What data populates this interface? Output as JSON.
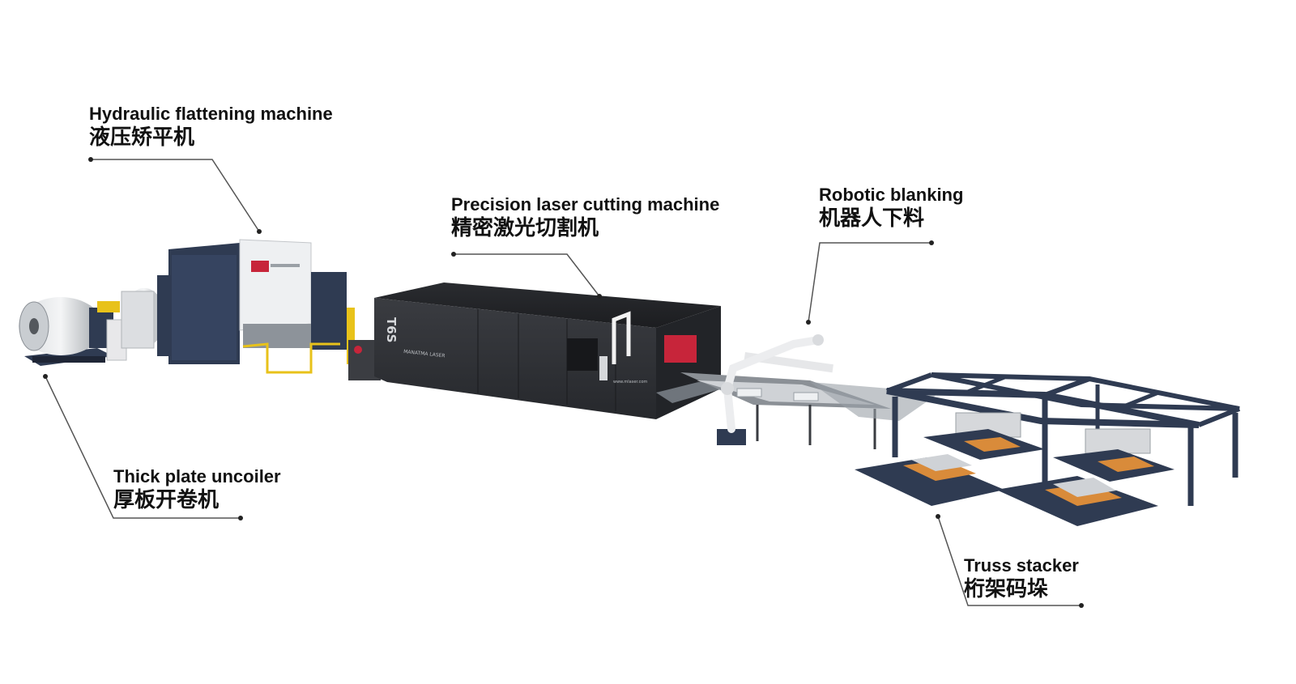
{
  "labels": {
    "flattening": {
      "en": "Hydraulic flattening machine",
      "zh": "液压矫平机"
    },
    "laser": {
      "en": "Precision laser cutting machine",
      "zh": "精密激光切割机"
    },
    "robot": {
      "en": "Robotic blanking",
      "zh": "机器人下料"
    },
    "uncoiler": {
      "en": "Thick plate uncoiler",
      "zh": "厚板开卷机"
    },
    "stacker": {
      "en": "Truss stacker",
      "zh": "桁架码垛"
    }
  },
  "machine_marks": {
    "laser_model": "T6S",
    "laser_brand": "MANATMA LASER",
    "website": "www.mlaser.com"
  },
  "colors": {
    "machine_dark": "#2b2d31",
    "truss_navy": "#2f3b52",
    "panel_light": "#e9eaec",
    "accent_red": "#c7253a",
    "guard_yellow": "#e8c21a",
    "pallet_orange": "#d98b3a"
  }
}
